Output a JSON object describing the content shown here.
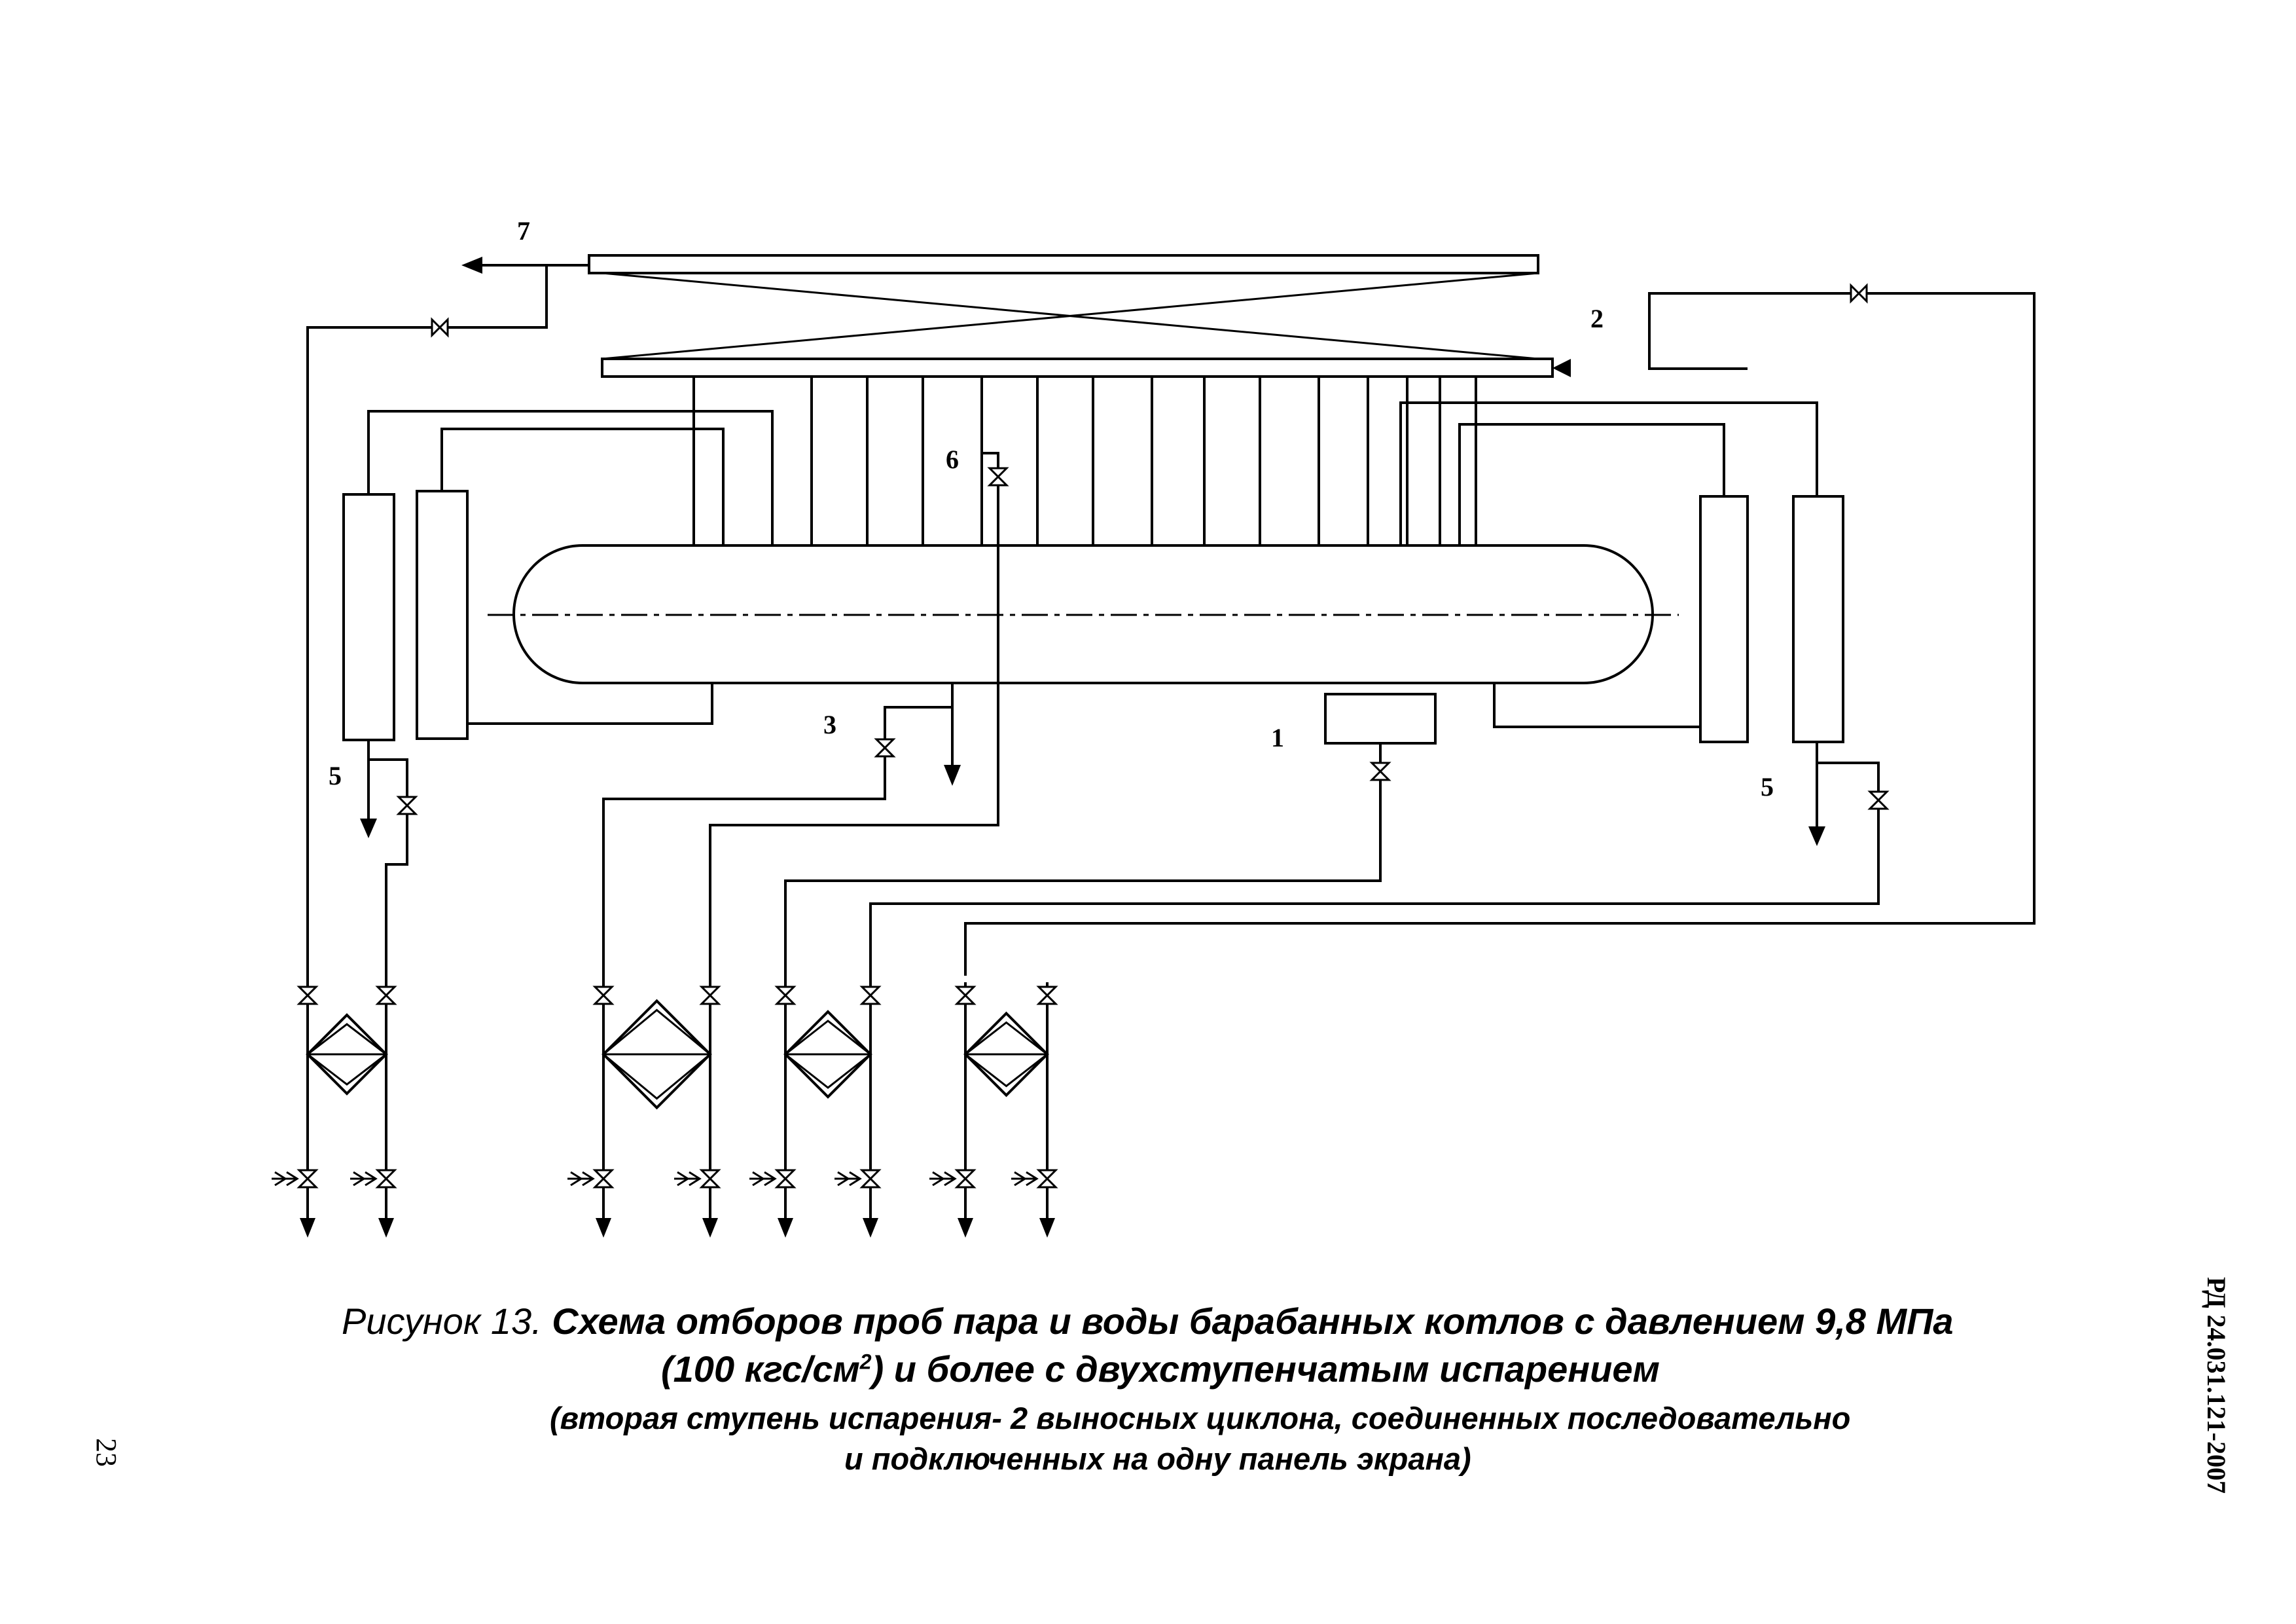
{
  "labels": {
    "l1": "1",
    "l2": "2",
    "l3": "3",
    "l5a": "5",
    "l5b": "5",
    "l6": "6",
    "l7": "7"
  },
  "caption": {
    "prefix": "Рисунок 13.",
    "title_line1": " Схема отборов проб пара и воды барабанных котлов с давлением 9,8 МПа",
    "line2_part1": "(100 кгс/см",
    "line2_sup": "2",
    "line2_part2": ") и более с двухступенчатым испарением",
    "line3": "(вторая  ступень испарения- 2 выносных циклона, соединенных последовательно",
    "line4": "и подключенных на одну   панель экрана)"
  },
  "page_number": "23",
  "document_id": "РД 24.031.121-2007"
}
